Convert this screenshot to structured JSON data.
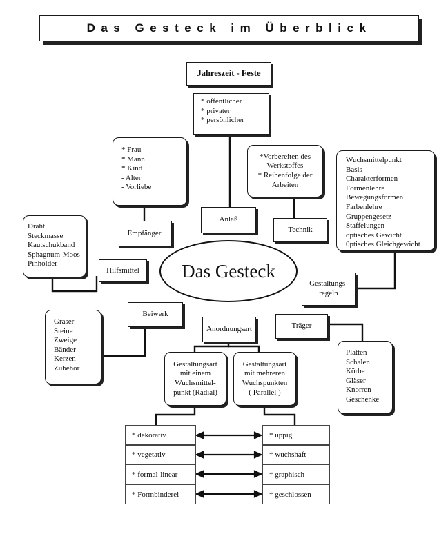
{
  "title": "Das Gesteck im Überblick",
  "center": "Das Gesteck",
  "jahreszeit": {
    "label": "Jahreszeit - Feste",
    "items": [
      "* öffentlicher",
      "* privater",
      "* persönlicher"
    ]
  },
  "anlass": "Anlaß",
  "empfaenger": {
    "label": "Empfänger",
    "items": [
      "* Frau",
      "* Mann",
      "* Kind",
      "- Alter",
      "-  Vorliebe"
    ]
  },
  "technik": {
    "label": "Technik",
    "items": [
      "*Vorbereiten des",
      "Werkstoffes",
      "* Reihenfolge der",
      "Arbeiten"
    ]
  },
  "gestaltungsregeln": {
    "label": [
      "Gestaltungs-",
      "regeln"
    ],
    "items": [
      "Wuchsmittelpunkt",
      "Basis",
      "Charakterformen",
      "Formenlehre",
      "Bewegungsformen",
      "Farbenlehre",
      "Gruppengesetz",
      "Staffelungen",
      "optisches Gewicht",
      "0ptisches Gleichgewicht"
    ]
  },
  "hilfsmittel": {
    "label": "Hilfsmittel",
    "items": [
      "Draht",
      "Steckmasse",
      "Kautschukband",
      "Sphagnum-Moos",
      "Pinholder"
    ]
  },
  "beiwerk": {
    "label": "Beiwerk",
    "items": [
      "Gräser",
      "Steine",
      "Zweige",
      "Bänder",
      "Kerzen",
      "Zubehör"
    ]
  },
  "traeger": {
    "label": "Träger",
    "items": [
      "Platten",
      "Schalen",
      "Körbe",
      "Gläser",
      "Knorren",
      "Geschenke"
    ]
  },
  "anordnungsart": {
    "label": "Anordnungsart",
    "radial": [
      "Gestaltungsart",
      "mit einem",
      "Wuchsmittel-",
      "punkt (Radial)"
    ],
    "parallel": [
      "Gestaltungsart",
      "mit mehreren",
      "Wuchspunkten",
      "( Parallel  )"
    ]
  },
  "comparison": {
    "left": [
      "* dekorativ",
      "* vegetativ",
      "* formal-linear",
      "* Formbinderei"
    ],
    "right": [
      "* üppig",
      "* wuchshaft",
      "* graphisch",
      "* geschlossen"
    ]
  }
}
